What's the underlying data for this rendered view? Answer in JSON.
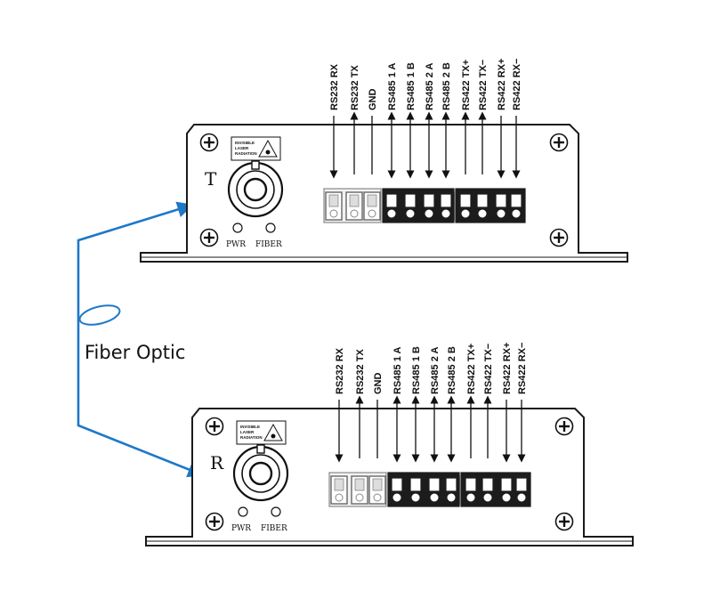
{
  "fiber_label": "Fiber Optic",
  "signals": [
    "RS232 RX",
    "RS232 TX",
    "GND",
    "RS485 1 A",
    "RS485 1 B",
    "RS485 2 A",
    "RS485 2 B",
    "RS422 TX+",
    "RS422 TX−",
    "RS422 RX+",
    "RS422 RX−"
  ],
  "signal_direction": [
    "in",
    "out",
    "none",
    "both",
    "both",
    "both",
    "both",
    "out",
    "out",
    "in",
    "in"
  ],
  "devices": [
    {
      "mark": "T",
      "pwr_label": "PWR",
      "fiber_label": "FIBER",
      "warning": [
        "INVISIBLE",
        "LASER",
        "RADIATION"
      ]
    },
    {
      "mark": "R",
      "pwr_label": "PWR",
      "fiber_label": "FIBER",
      "warning": [
        "INVISIBLE",
        "LASER",
        "RADIATION"
      ]
    }
  ],
  "colors": {
    "fiber": "#1e78c8",
    "outline": "#1a1a1a",
    "terminal_fill": "#1c1c1c"
  }
}
